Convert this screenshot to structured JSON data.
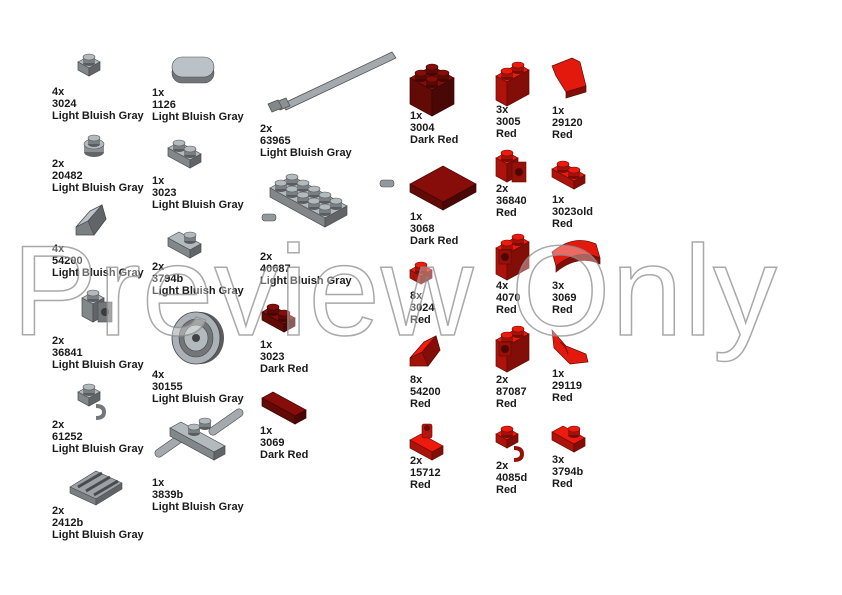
{
  "colors": {
    "light_bluish_gray": "#a3a9ad",
    "light_bluish_gray_dark": "#6b7176",
    "red": "#d8180c",
    "red_dark": "#8d0d05",
    "dark_red": "#7a0c08",
    "dark_red_dark": "#4a0604"
  },
  "parts": [
    {
      "id": "p3024",
      "qty": "4x",
      "num": "3024",
      "color": "Light Bluish Gray",
      "shape": "plate1x1"
    },
    {
      "id": "p20482",
      "qty": "2x",
      "num": "20482",
      "color": "Light Bluish Gray",
      "shape": "round-tile"
    },
    {
      "id": "p54200g",
      "qty": "4x",
      "num": "54200",
      "color": "Light Bluish Gray",
      "shape": "slope"
    },
    {
      "id": "p36841",
      "qty": "2x",
      "num": "36841",
      "color": "Light Bluish Gray",
      "shape": "bracket"
    },
    {
      "id": "p61252",
      "qty": "2x",
      "num": "61252",
      "color": "Light Bluish Gray",
      "shape": "clip-plate"
    },
    {
      "id": "p2412b",
      "qty": "2x",
      "num": "2412b",
      "color": "Light Bluish Gray",
      "shape": "grille"
    },
    {
      "id": "p1126",
      "qty": "1x",
      "num": "1126",
      "color": "Light Bluish Gray",
      "shape": "oval-tile"
    },
    {
      "id": "p3023g",
      "qty": "1x",
      "num": "3023",
      "color": "Light Bluish Gray",
      "shape": "plate1x2"
    },
    {
      "id": "p3794b",
      "qty": "2x",
      "num": "3794b",
      "color": "Light Bluish Gray",
      "shape": "jumper"
    },
    {
      "id": "p30155",
      "qty": "4x",
      "num": "30155",
      "color": "Light Bluish Gray",
      "shape": "wheel"
    },
    {
      "id": "p3839b",
      "qty": "1x",
      "num": "3839b",
      "color": "Light Bluish Gray",
      "shape": "handles"
    },
    {
      "id": "p63965",
      "qty": "2x",
      "num": "63965",
      "color": "Light Bluish Gray",
      "shape": "bar"
    },
    {
      "id": "p40687",
      "qty": "2x",
      "num": "40687",
      "color": "Light Bluish Gray",
      "shape": "plate2x4pins"
    },
    {
      "id": "p3023dr",
      "qty": "1x",
      "num": "3023",
      "color": "Dark Red",
      "shape": "plate1x2"
    },
    {
      "id": "p3069dr",
      "qty": "1x",
      "num": "3069",
      "color": "Dark Red",
      "shape": "tile1x2"
    },
    {
      "id": "p3004dr",
      "qty": "1x",
      "num": "3004",
      "color": "Dark Red",
      "shape": "brick1x2"
    },
    {
      "id": "p3068dr",
      "qty": "1x",
      "num": "3068",
      "color": "Dark Red",
      "shape": "tile2x2"
    },
    {
      "id": "p3024r",
      "qty": "8x",
      "num": "3024",
      "color": "Red",
      "shape": "plate1x1"
    },
    {
      "id": "p54200r",
      "qty": "8x",
      "num": "54200",
      "color": "Red",
      "shape": "slope"
    },
    {
      "id": "p15712r",
      "qty": "2x",
      "num": "15712",
      "color": "Red",
      "shape": "clip-tile"
    },
    {
      "id": "p3005r",
      "qty": "3x",
      "num": "3005",
      "color": "Red",
      "shape": "brick1x1"
    },
    {
      "id": "p36840r",
      "qty": "2x",
      "num": "36840",
      "color": "Red",
      "shape": "bracket"
    },
    {
      "id": "p4070r",
      "qty": "4x",
      "num": "4070",
      "color": "Red",
      "shape": "headlight"
    },
    {
      "id": "p87087r",
      "qty": "2x",
      "num": "87087",
      "color": "Red",
      "shape": "headlight"
    },
    {
      "id": "p4085dr",
      "qty": "2x",
      "num": "4085d",
      "color": "Red",
      "shape": "clip-plate"
    },
    {
      "id": "p29120r",
      "qty": "1x",
      "num": "29120",
      "color": "Red",
      "shape": "wedge-l"
    },
    {
      "id": "p3023oldr",
      "qty": "1x",
      "num": "3023old",
      "color": "Red",
      "shape": "plate1x2"
    },
    {
      "id": "p3069r",
      "qty": "3x",
      "num": "3069",
      "color": "Red",
      "shape": "curved"
    },
    {
      "id": "p29119r",
      "qty": "1x",
      "num": "29119",
      "color": "Red",
      "shape": "wedge-r"
    },
    {
      "id": "p3794br",
      "qty": "3x",
      "num": "3794b",
      "color": "Red",
      "shape": "jumper"
    }
  ],
  "watermark": "Preview Only"
}
